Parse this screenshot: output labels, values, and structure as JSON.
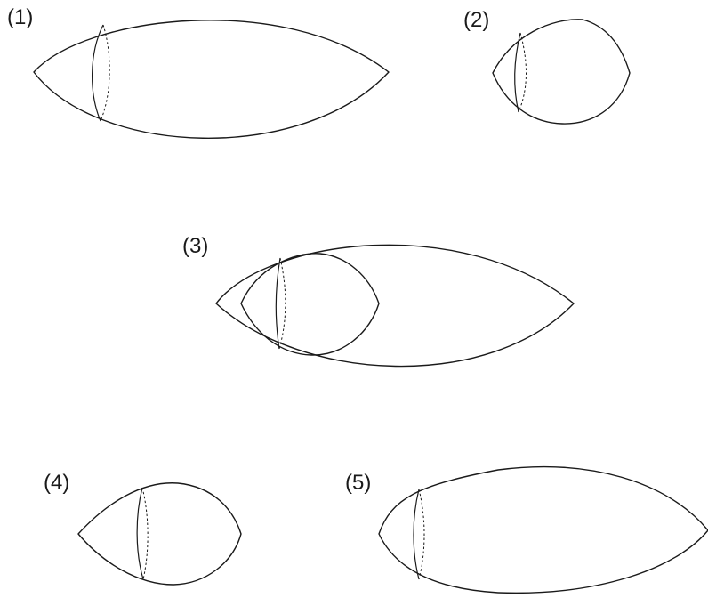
{
  "figure": {
    "panels": [
      {
        "id": "1",
        "label": "(1)"
      },
      {
        "id": "2",
        "label": "(2)"
      },
      {
        "id": "3",
        "label": "(3)"
      },
      {
        "id": "4",
        "label": "(4)"
      },
      {
        "id": "5",
        "label": "(5)"
      }
    ],
    "colors": {
      "stroke": "#1a1a1a",
      "background": "#ffffff"
    }
  }
}
